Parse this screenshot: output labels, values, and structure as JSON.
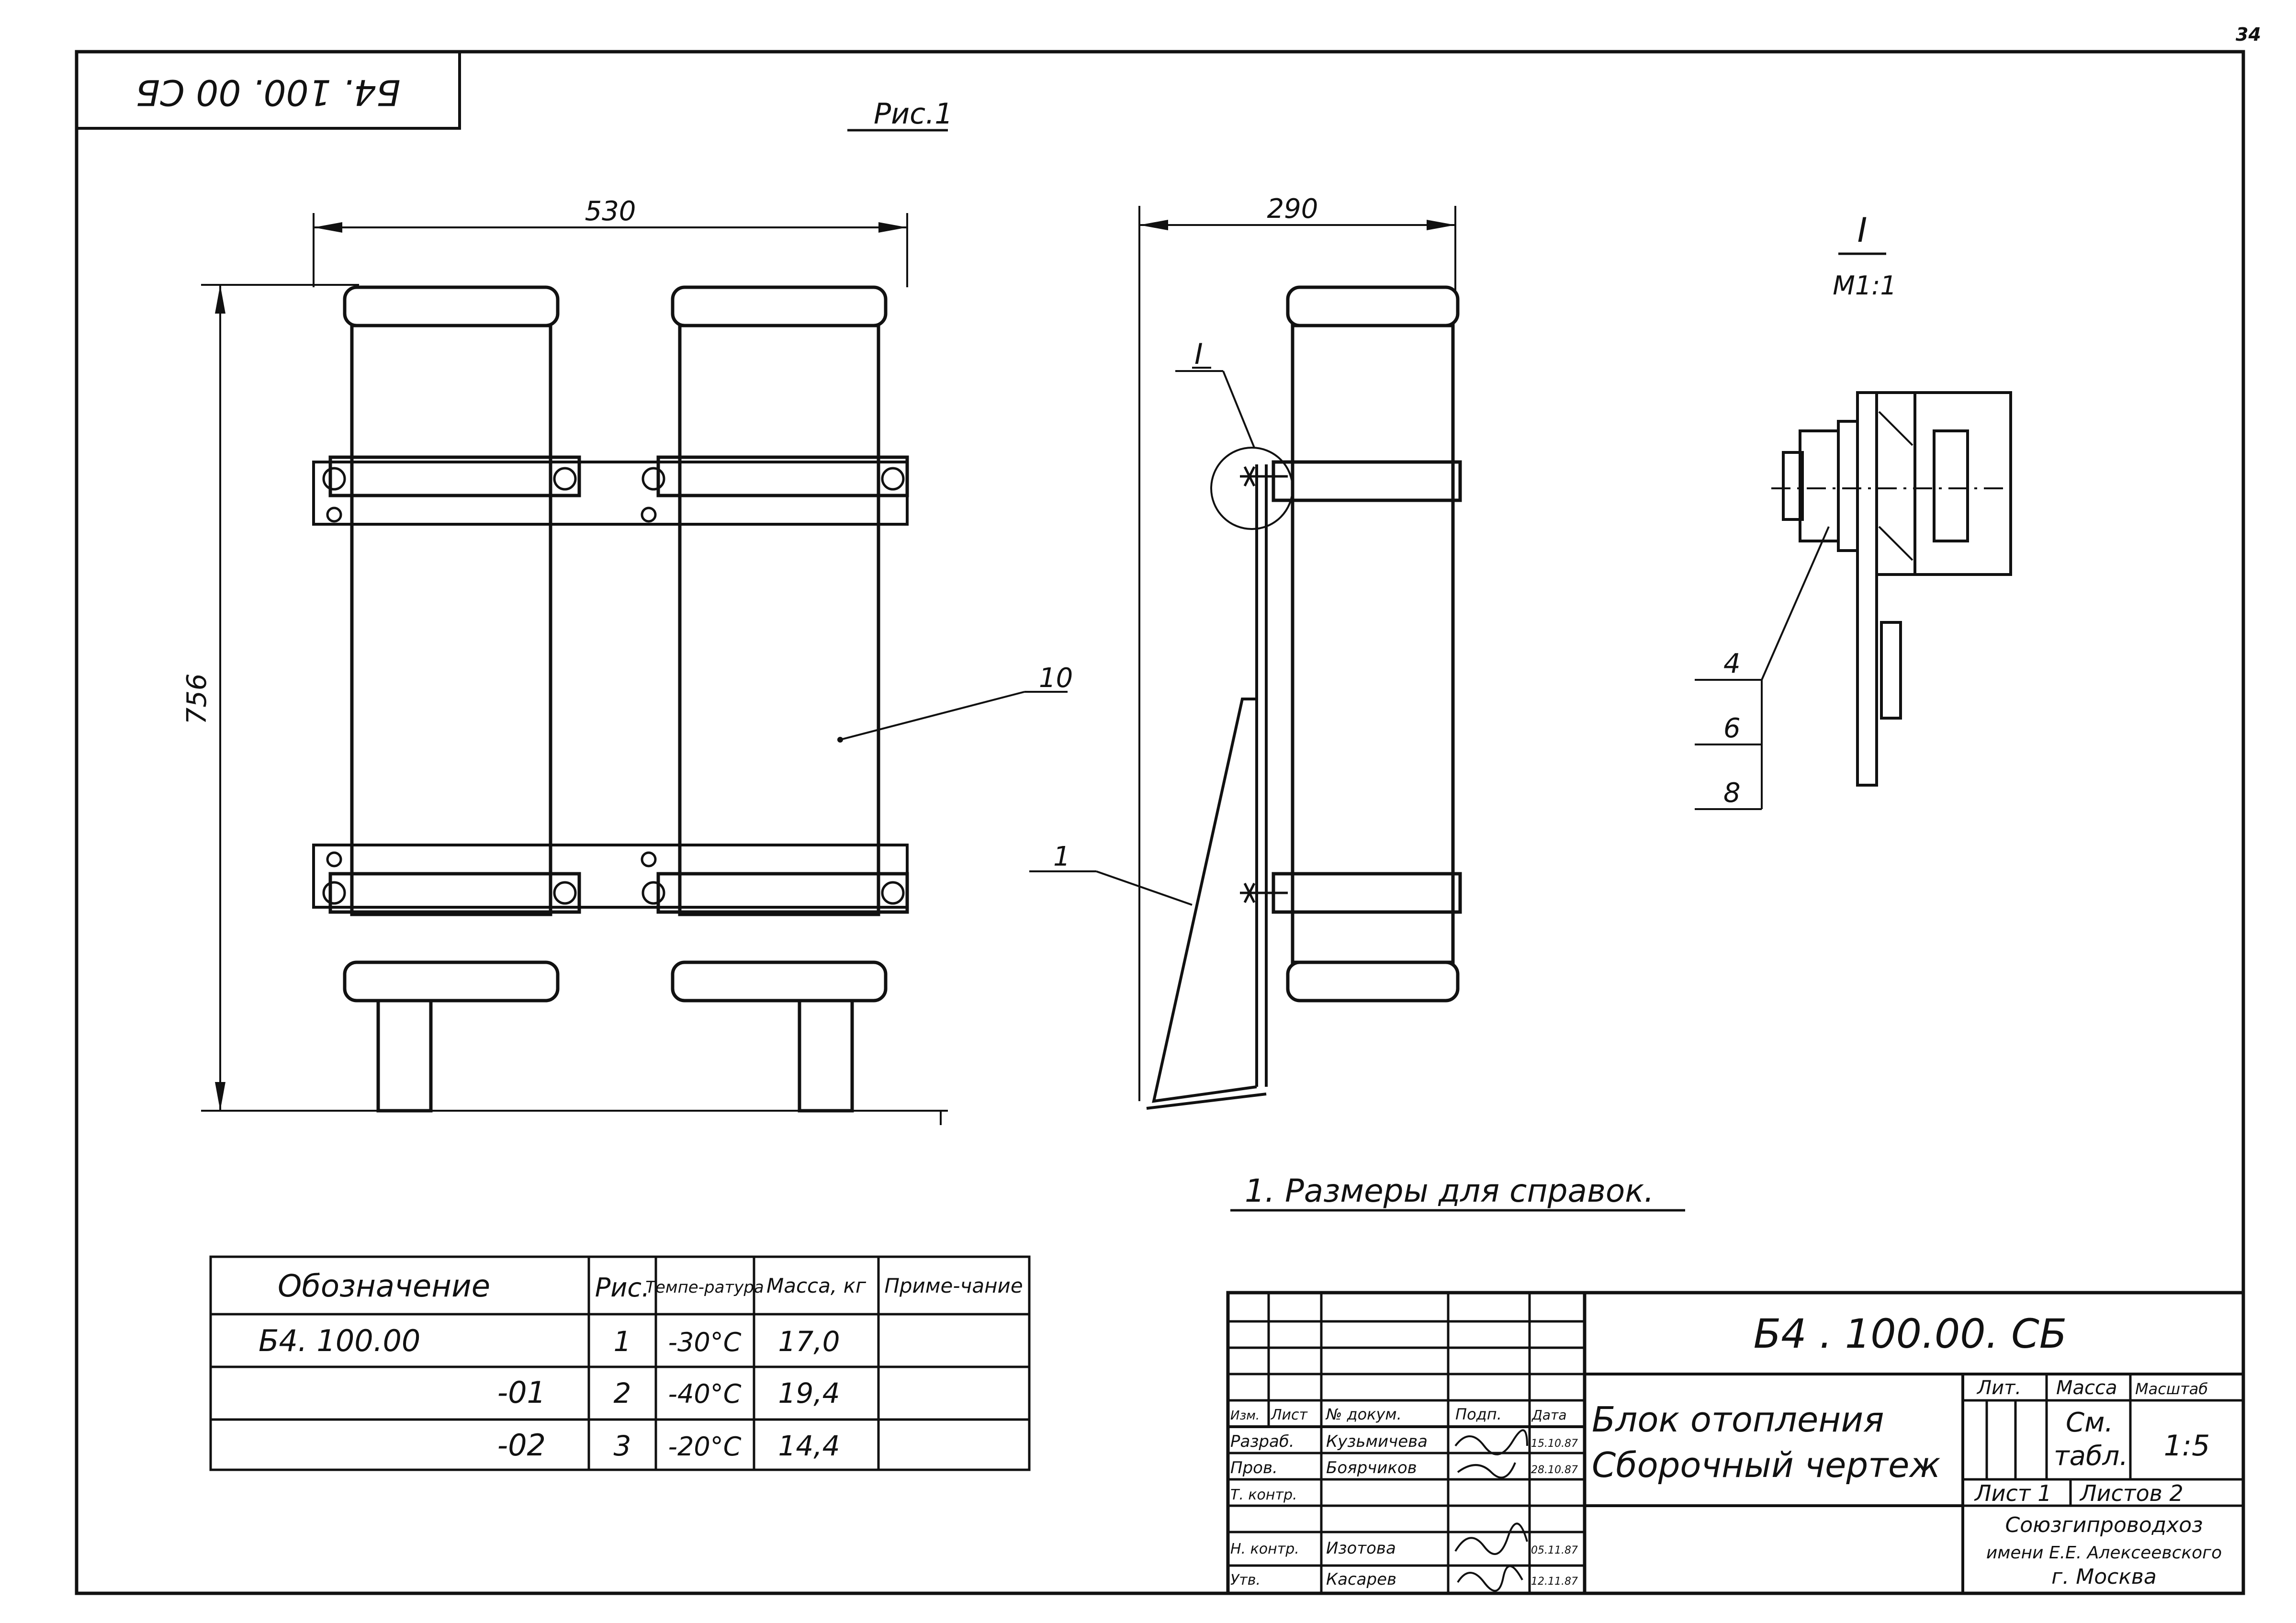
{
  "sheet": {
    "page_number": "34",
    "stamp_code": "Б4. 100. 00 СБ",
    "figure_label": "Рис.1",
    "note": "1. Размеры для справок."
  },
  "front_view": {
    "dim_width": "530",
    "dim_height": "756",
    "callout_body": "10"
  },
  "side_view": {
    "dim_depth": "290",
    "callout_detail": "I",
    "callout_bracket": "1"
  },
  "detail": {
    "title": "I",
    "scale": "М1:1",
    "callouts": [
      "4",
      "6",
      "8"
    ]
  },
  "spec_table": {
    "headers": [
      "Обозначение",
      "Рис.",
      "Темпе-ратура",
      "Масса, кг",
      "Приме-чание"
    ],
    "rows": [
      {
        "designation": "Б4. 100.00",
        "fig": "1",
        "temp": "-30°C",
        "mass": "17,0"
      },
      {
        "designation": "-01",
        "fig": "2",
        "temp": "-40°C",
        "mass": "19,4"
      },
      {
        "designation": "-02",
        "fig": "3",
        "temp": "-20°C",
        "mass": "14,4"
      }
    ]
  },
  "title_block": {
    "code": "Б4 . 100.00. СБ",
    "name_line1": "Блок отопления",
    "name_line2": "Сборочный чертеж",
    "col_headers": [
      "Изм.",
      "Лист",
      "№ докум.",
      "Подп.",
      "Дата"
    ],
    "people": [
      {
        "role": "Разраб.",
        "name": "Кузьмичева",
        "date": "15.10.87"
      },
      {
        "role": "Пров.",
        "name": "Боярчиков",
        "date": "28.10.87"
      },
      {
        "role": "Т. контр.",
        "name": "",
        "date": ""
      },
      {
        "role": "Н. контр.",
        "name": "Изотова",
        "date": "05.11.87"
      },
      {
        "role": "Утв.",
        "name": "Касарев",
        "date": "12.11.87"
      }
    ],
    "lit_label": "Лит.",
    "mass_label": "Масса",
    "scale_label": "Масштаб",
    "mass_value1": "См.",
    "mass_value2": "табл.",
    "scale_value": "1:5",
    "sheet_label": "Лист 1",
    "sheets_label": "Листов 2",
    "org_line1": "Союзгипроводхоз",
    "org_line2": "имени Е.Е. Алексеевского",
    "org_line3": "г. Москва"
  }
}
